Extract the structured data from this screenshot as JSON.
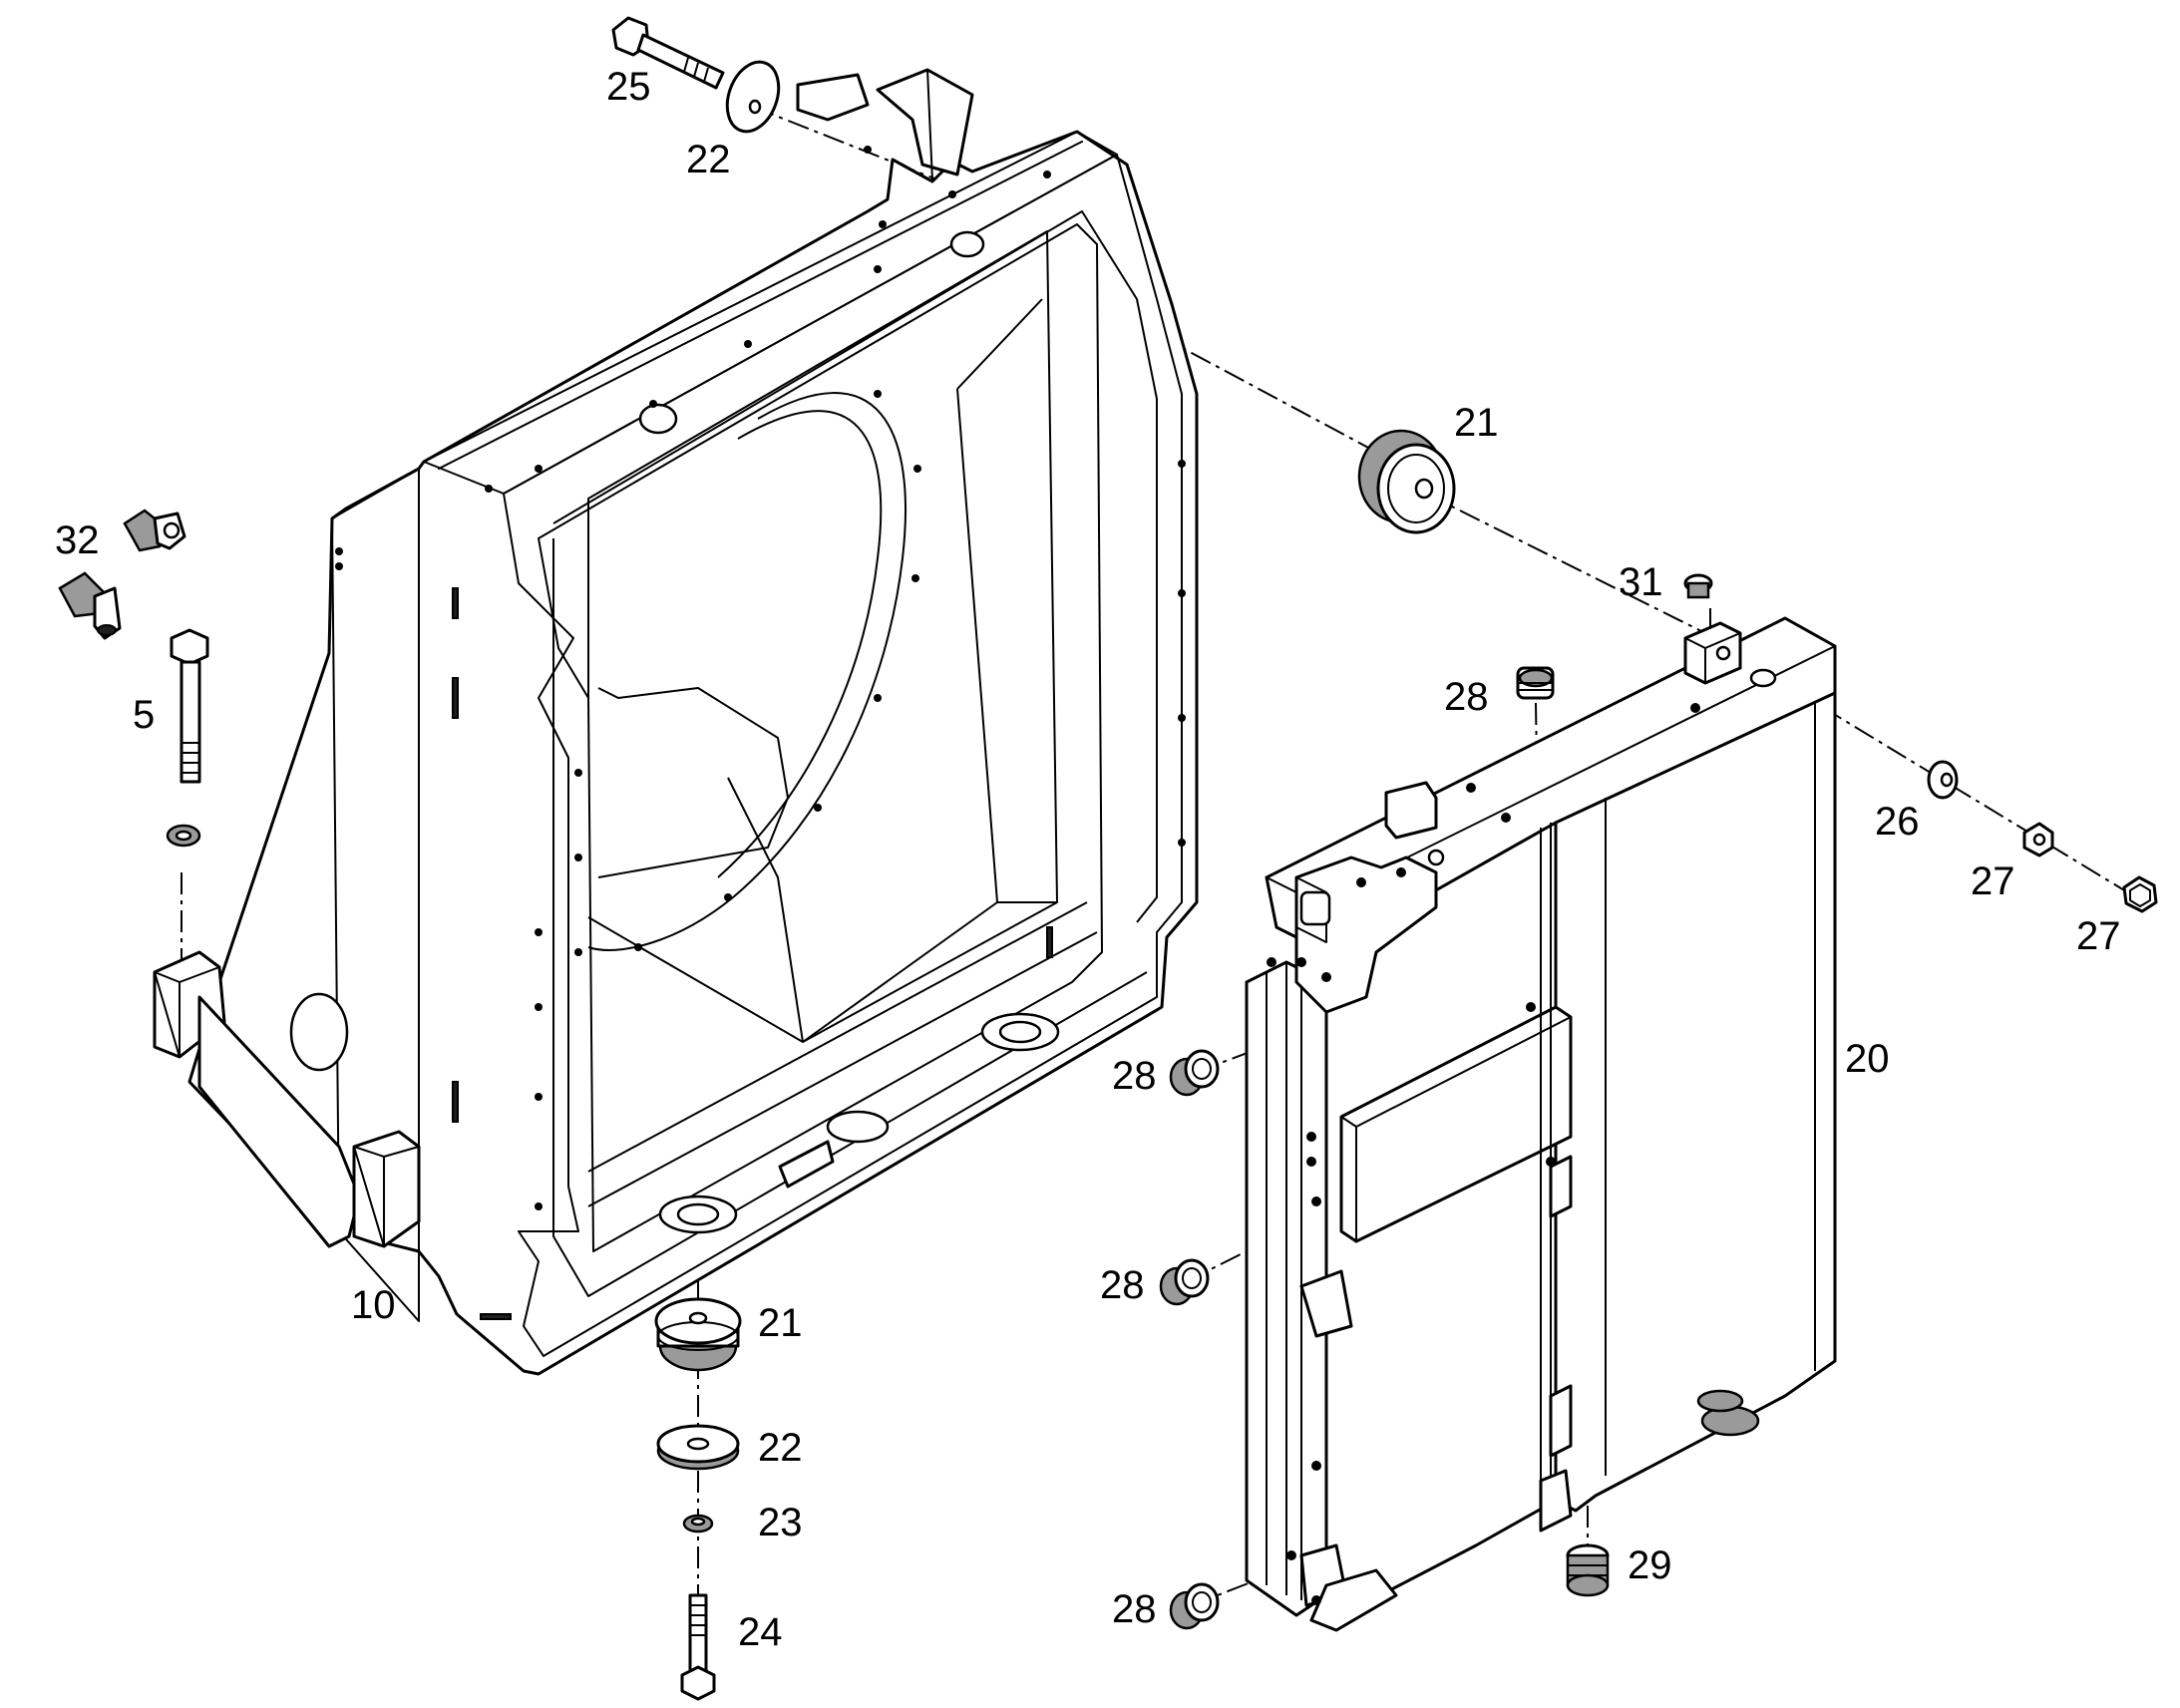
{
  "callouts": {
    "c25": "25",
    "c22_top": "22",
    "c21_top": "21",
    "c32": "32",
    "c5": "5",
    "c31": "31",
    "c28_top": "28",
    "c26": "26",
    "c27_a": "27",
    "c27_b": "27",
    "c20": "20",
    "c28_mid": "28",
    "c28_low": "28",
    "c28_bottom": "28",
    "c10": "10",
    "c21_bottom": "21",
    "c22_bottom": "22",
    "c23": "23",
    "c24": "24",
    "c29": "29"
  }
}
